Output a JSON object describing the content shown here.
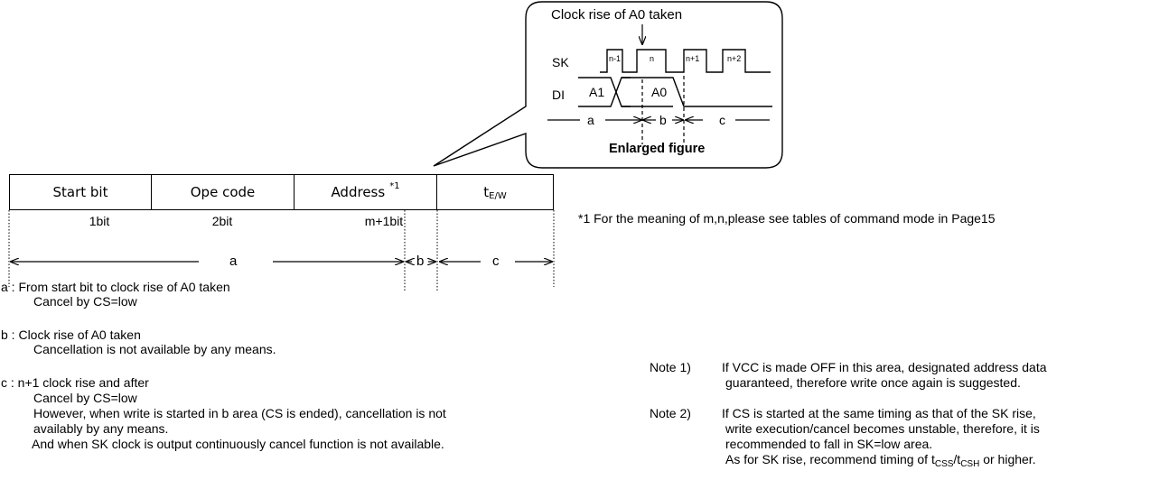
{
  "frame": {
    "cells": [
      "Start bit",
      "Ope code",
      "Address",
      "t"
    ],
    "address_sup": "*1",
    "t_sub": "E/W",
    "bits": [
      "1bit",
      "2bit",
      "m+1bit"
    ]
  },
  "dimensions": {
    "a": "a",
    "b": "b",
    "c": "c"
  },
  "footnote": "*1 For the meaning of m,n,please see tables of command mode in Page15",
  "enlarged": {
    "title": "Clock rise of A0 taken",
    "sk": "SK",
    "di": "DI",
    "pulses": [
      "n-1",
      "n",
      "n+1",
      "n+2"
    ],
    "a1": "A1",
    "a0": "A0",
    "a": "a",
    "b": "b",
    "c": "c",
    "caption": "Enlarged figure"
  },
  "explanations": {
    "a_head": "a : From start bit to clock rise of A0 taken",
    "a_body": "Cancel by CS=low",
    "b_head": "b : Clock rise of A0 taken",
    "b_body": "Cancellation is not available by any means.",
    "c_head": "c : n+1 clock rise and after",
    "c_body1": "Cancel by CS=low",
    "c_body2": "However, when write is started in b area (CS is ended), cancellation is not",
    "c_body3": "availably by any means.",
    "c_body4": "And when SK clock is output continuously cancel function is not available."
  },
  "notes": {
    "n1_label": "Note 1)",
    "n1_line1": "If VCC is made OFF in this area, designated address data",
    "n1_line2": "guaranteed, therefore write once again is suggested.",
    "n2_label": "Note 2)",
    "n2_line1": "If CS is started at the same timing as that of the SK rise,",
    "n2_line2": "write execution/cancel becomes unstable, therefore, it is",
    "n2_line3": "recommended to fall in SK=low area.",
    "n2_line4a": "As for SK rise, recommend timing of t",
    "n2_sub1": "CSS",
    "n2_slash": "/t",
    "n2_sub2": "CSH",
    "n2_line4b": " or higher."
  }
}
